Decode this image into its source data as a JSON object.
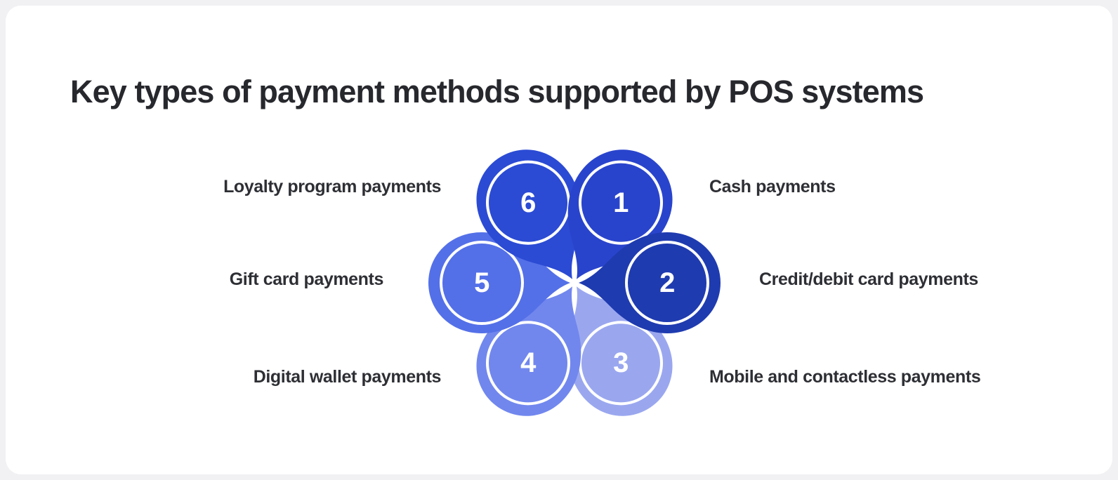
{
  "page": {
    "title": "Key types of payment methods supported by POS systems",
    "background_color": "#f1f1f3",
    "card_color": "#ffffff",
    "title_color": "#27282d"
  },
  "chart_data": {
    "type": "pie",
    "title": "Key types of payment methods supported by POS systems",
    "subtitle": "",
    "xlabel": "",
    "ylabel": "",
    "legend_position": "sides",
    "grid": false,
    "categories": [
      "Cash payments",
      "Credit/debit card payments",
      "Mobile and contactless payments",
      "Digital wallet payments",
      "Gift card payments",
      "Loyalty program payments"
    ],
    "values": [
      1,
      1,
      1,
      1,
      1,
      1
    ],
    "labels": [
      "1",
      "2",
      "3",
      "4",
      "5",
      "6"
    ],
    "colors": [
      "#9aa7ef",
      "#7187ee",
      "#5470e8",
      "#2b4bd4",
      "#2944cc",
      "#1f3bb0"
    ]
  },
  "petals": [
    {
      "number": "1",
      "label": "Cash payments",
      "color": "#9aa7ef",
      "angle": 0,
      "side": "right"
    },
    {
      "number": "2",
      "label": "Credit/debit card payments",
      "color": "#7187ee",
      "angle": 60,
      "side": "right"
    },
    {
      "number": "3",
      "label": "Mobile and contactless payments",
      "color": "#5470e8",
      "angle": 120,
      "side": "right"
    },
    {
      "number": "4",
      "label": "Digital wallet payments",
      "color": "#2b4bd4",
      "angle": 180,
      "side": "left"
    },
    {
      "number": "5",
      "label": "Gift card payments",
      "color": "#2944cc",
      "angle": 240,
      "side": "left"
    },
    {
      "number": "6",
      "label": "Loyalty program payments",
      "color": "#1f3bb0",
      "angle": 300,
      "side": "left"
    }
  ]
}
